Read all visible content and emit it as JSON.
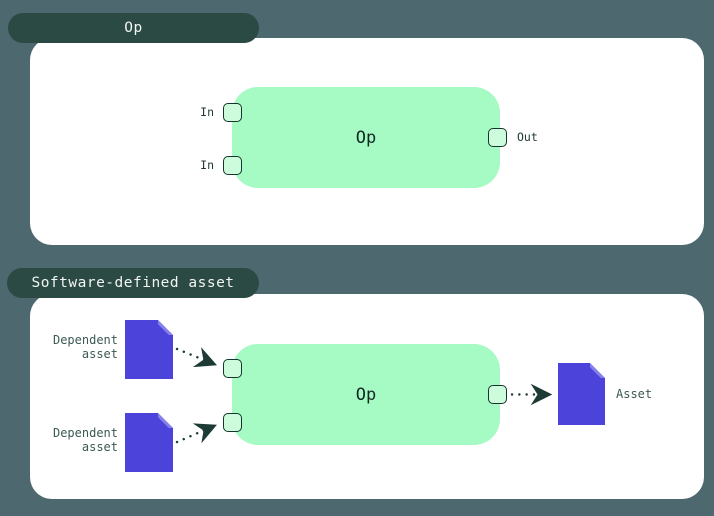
{
  "colors": {
    "background": "#4d686e",
    "tab_bg": "#2b4a43",
    "tab_text": "#f2f5f3",
    "card_bg": "#ffffff",
    "node_green": "#a6fac3",
    "port_fill": "#ccfcdc",
    "port_border": "#17352f",
    "asset_purple": "#4c43db",
    "asset_fold": "#8780ea",
    "port_label_text": "#1f3833",
    "asset_label_text": "#3c5953",
    "node_label_text": "#122823",
    "arrow": "#1d3b34"
  },
  "op_panel": {
    "tab_label": "Op",
    "node_label": "Op",
    "input_labels": [
      "In",
      "In"
    ],
    "output_label": "Out"
  },
  "sda_panel": {
    "tab_label": "Software-defined asset",
    "node_label": "Op",
    "dependent_asset_labels": [
      "Dependent asset",
      "Dependent asset"
    ],
    "output_asset_label": "Asset"
  }
}
